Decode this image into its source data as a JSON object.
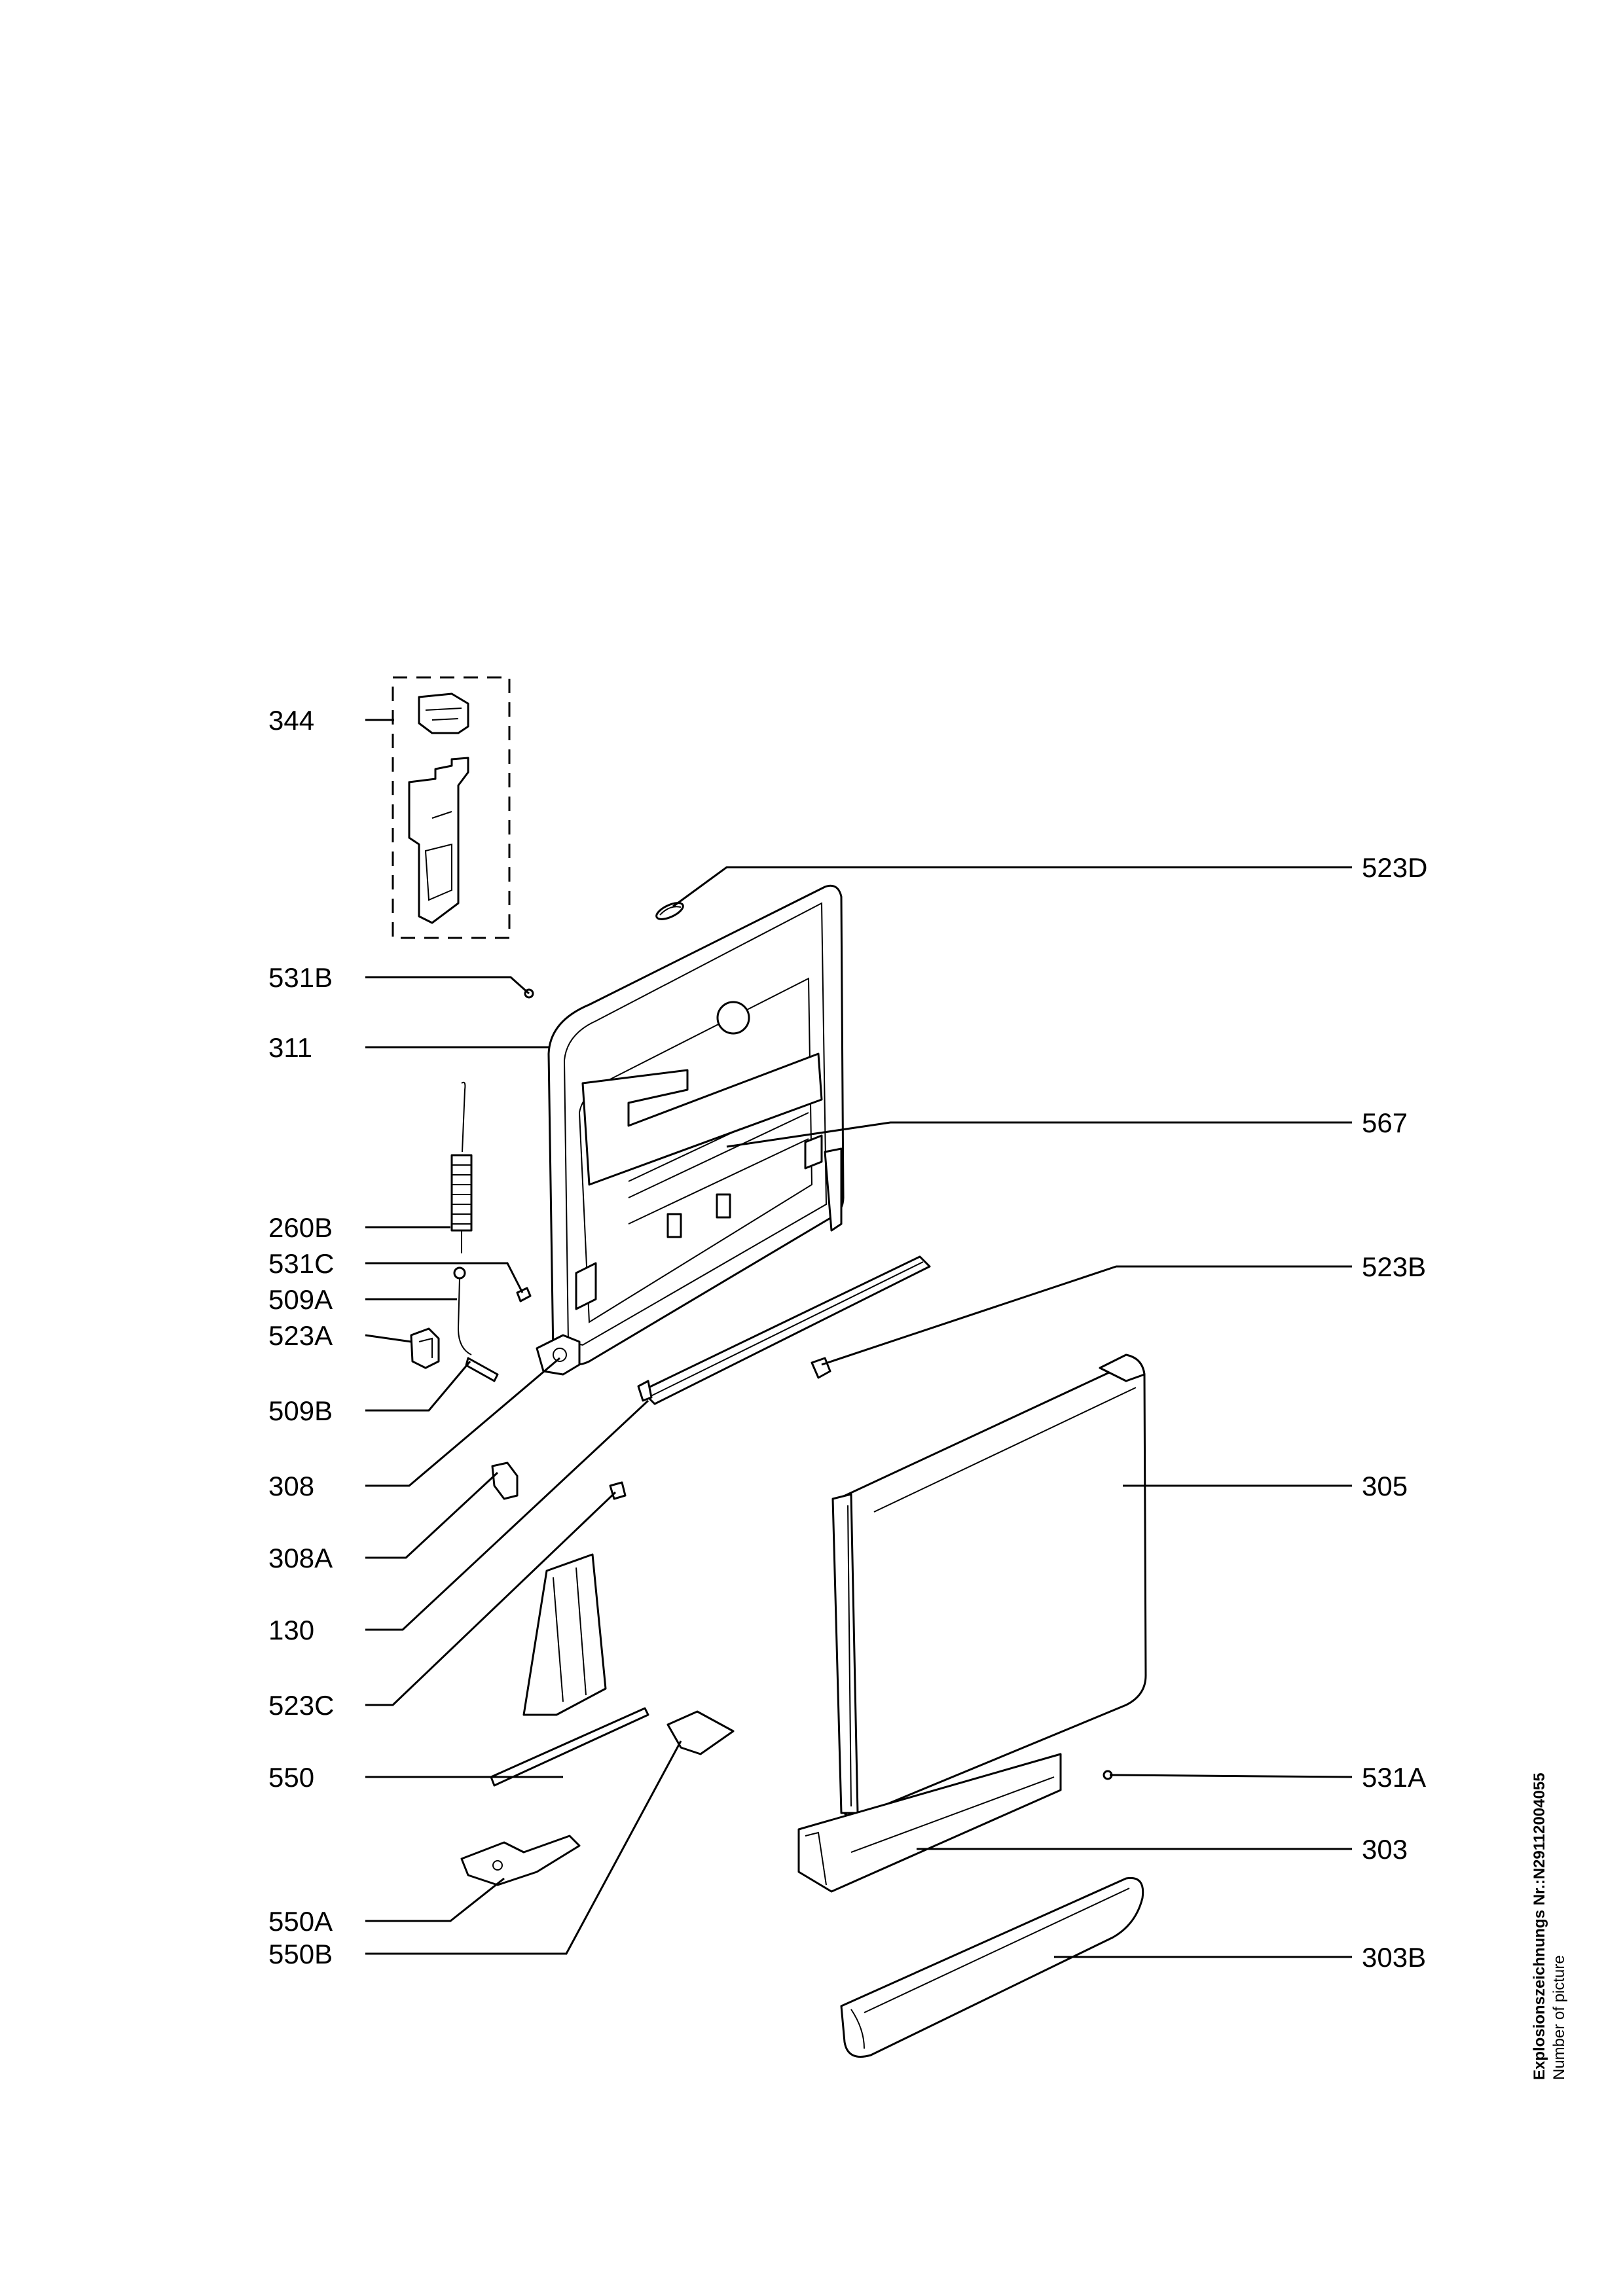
{
  "labels": {
    "l344": "344",
    "l531B": "531B",
    "l311": "311",
    "l260B": "260B",
    "l531C": "531C",
    "l509A": "509A",
    "l523A": "523A",
    "l509B": "509B",
    "l308": "308",
    "l308A": "308A",
    "l130": "130",
    "l523C": "523C",
    "l550": "550",
    "l550A": "550A",
    "l550B": "550B",
    "l523D": "523D",
    "l567": "567",
    "l523B": "523B",
    "l305": "305",
    "l531A": "531A",
    "l303": "303",
    "l303B": "303B"
  },
  "caption": {
    "drawing_number": "Explosionszeichnungs Nr.:N29112004055",
    "subtitle": "Number of picture"
  }
}
